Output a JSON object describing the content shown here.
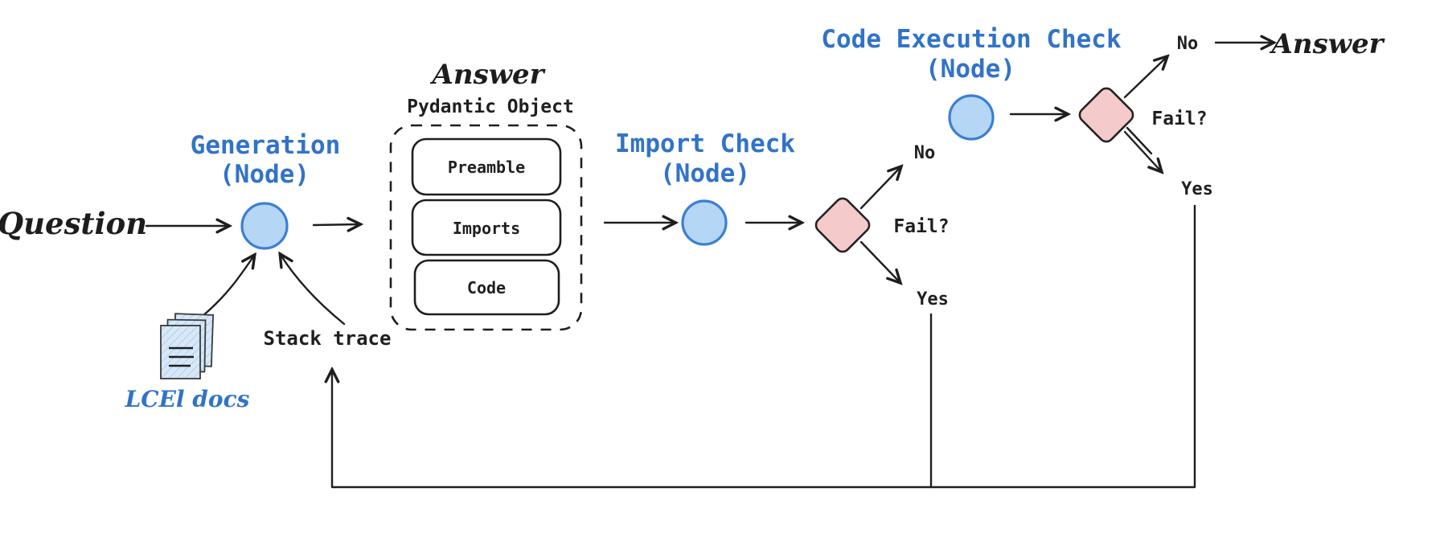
{
  "diagram": {
    "labels": {
      "question": "Question",
      "generation_title": "Generation",
      "generation_sub": "(Node)",
      "answer_object_title": "Answer",
      "answer_object_subtitle": "Pydantic Object",
      "fields": [
        "Preamble",
        "Imports",
        "Code"
      ],
      "import_check_title": "Import Check",
      "import_check_sub": "(Node)",
      "code_exec_title": "Code Execution Check",
      "code_exec_sub": "(Node)",
      "fail_1": "Fail?",
      "no_1": "No",
      "yes_1": "Yes",
      "fail_2": "Fail?",
      "no_2": "No",
      "yes_2": "Yes",
      "final_answer": "Answer",
      "stack_trace": "Stack trace",
      "lcel_docs": "LCEl docs"
    },
    "icons": {
      "lcel_docs_icon": "document-stack-icon"
    },
    "colors": {
      "blue_text": "#3273c8",
      "node_fill": "#b5d7f5",
      "node_stroke": "#3b7fd4",
      "diamond_fill": "#f5caca",
      "ink": "#1e1e1e",
      "doc_fill": "#d7e8f9"
    }
  }
}
